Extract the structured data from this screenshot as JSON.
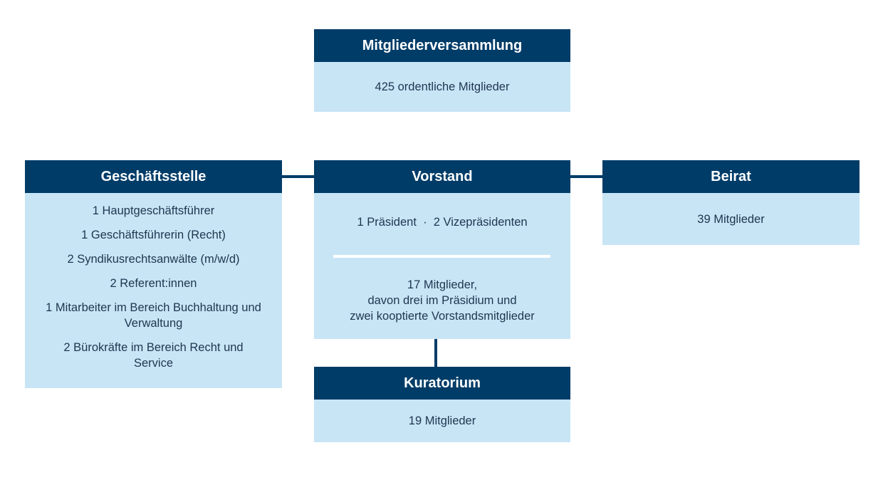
{
  "mitgliederversammlung": {
    "title": "Mitgliederversammlung",
    "text": "425 ordentliche Mitglieder"
  },
  "geschaeftsstelle": {
    "title": "Geschäftsstelle",
    "items": [
      "1 Hauptgeschäftsführer",
      "1 Geschäftsführerin (Recht)",
      "2 Syndikusrechtsanwälte (m/w/d)",
      "2 Referent:innen",
      "1 Mitarbeiter im Bereich  Buchhaltung und Verwaltung",
      "2 Bürokräfte im Bereich Recht und Service"
    ]
  },
  "vorstand": {
    "title": "Vorstand",
    "line1": "1 Präsident  ·  2 Vizepräsidenten",
    "members": "17 Mitglieder,",
    "members_detail1": "davon drei im Präsidium und",
    "members_detail2": "zwei kooptierte Vorstandsmitglieder"
  },
  "beirat": {
    "title": "Beirat",
    "text": "39 Mitglieder"
  },
  "kuratorium": {
    "title": "Kuratorium",
    "text": "19 Mitglieder"
  },
  "colors": {
    "header": "#003c68",
    "body": "#c8e5f5",
    "header_text": "#ffffff",
    "body_text": "#1f3550"
  }
}
